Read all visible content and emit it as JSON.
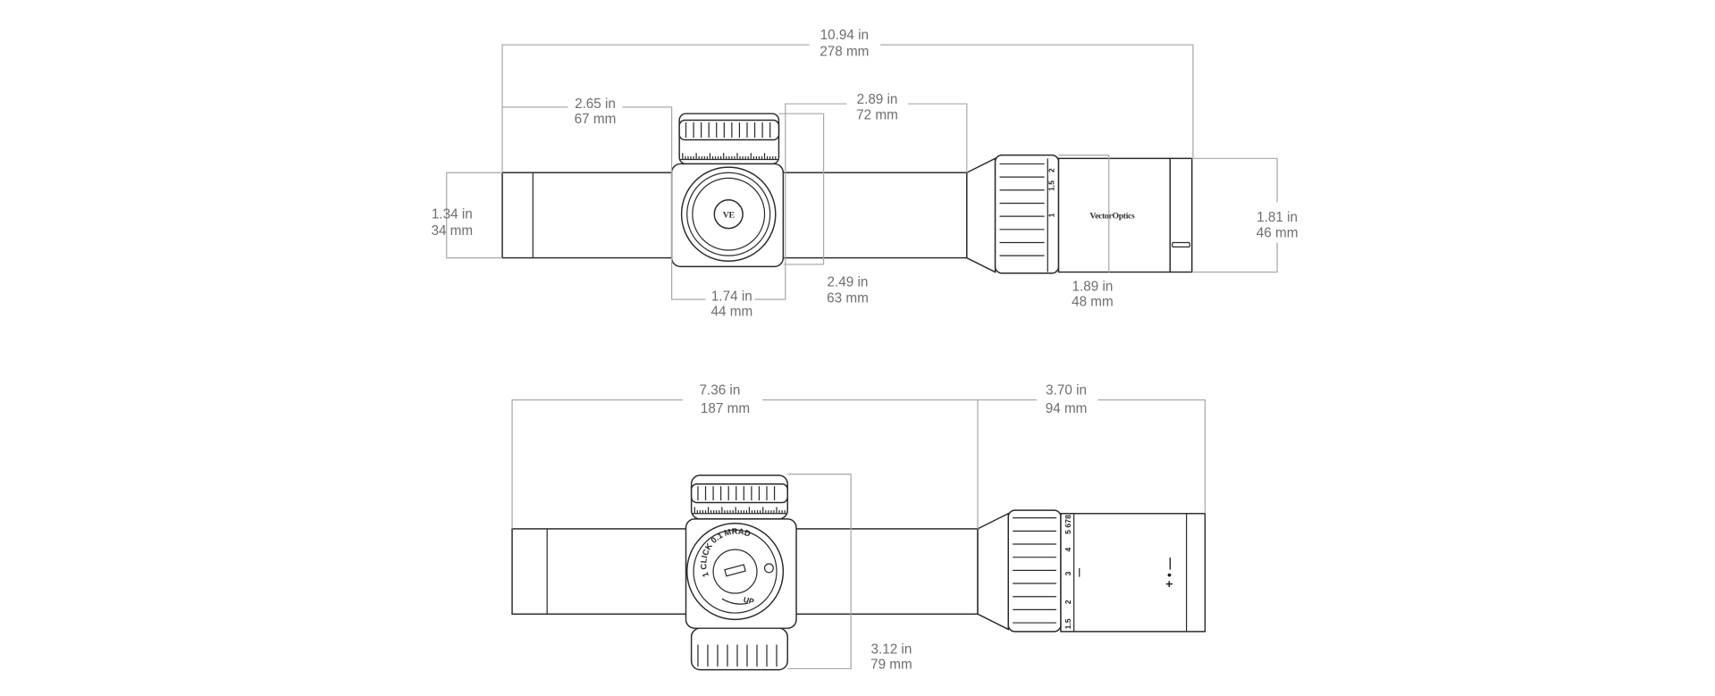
{
  "top_view": {
    "overall_length": {
      "in": "10.94 in",
      "mm": "278 mm"
    },
    "eyepiece_to_turret": {
      "in": "2.65 in",
      "mm": "67 mm"
    },
    "turret_to_bell": {
      "in": "2.89 in",
      "mm": "72 mm"
    },
    "tube_diameter": {
      "in": "1.34 in",
      "mm": "34 mm"
    },
    "turret_width": {
      "in": "1.74 in",
      "mm": "44 mm"
    },
    "turret_height": {
      "in": "2.49 in",
      "mm": "63 mm"
    },
    "mag_ring_length": {
      "in": "1.89 in",
      "mm": "48 mm"
    },
    "objective_diameter": {
      "in": "1.81 in",
      "mm": "46 mm"
    },
    "mag_marks": [
      "2",
      "1.5",
      "1"
    ],
    "brand": "VectorOptics",
    "logo": "VE"
  },
  "side_view": {
    "front_length": {
      "in": "7.36 in",
      "mm": "187 mm"
    },
    "rear_length": {
      "in": "3.70 in",
      "mm": "94 mm"
    },
    "turret_height": {
      "in": "3.12 in",
      "mm": "79 mm"
    },
    "dial_text": "1 CLICK 0.1 MRAD",
    "dial_up": "UP",
    "mag_marks": [
      "1.5",
      "2",
      "3",
      "4",
      "5",
      "6",
      "7",
      "8"
    ],
    "illum_marks": "+ • —"
  },
  "colors": {
    "line": "#2a2a2a",
    "dimension": "#a8a8a8",
    "label": "#6e6e6e"
  }
}
